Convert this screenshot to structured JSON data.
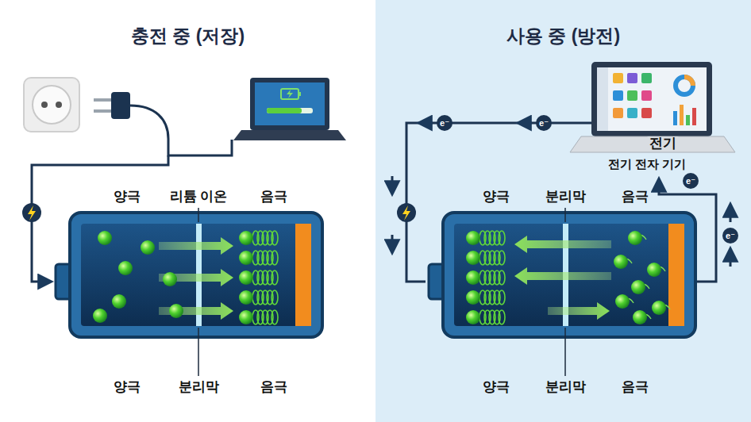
{
  "diagram": {
    "nodes": [
      {
        "text": [
          "충전 중 (저장)"
        ]
      },
      {
        "text": [
          "사용 중 (방전)"
        ]
      }
    ],
    "labels": [
      "양극",
      "리튬 이온",
      "음극",
      "양극",
      "분리막",
      "음극",
      "e⁻",
      "e⁻",
      "전기",
      "전기 전자 기기",
      "e⁻",
      "e⁻",
      "양극",
      "분리막",
      "음극",
      "양극",
      "분리막",
      "음극"
    ]
  }
}
